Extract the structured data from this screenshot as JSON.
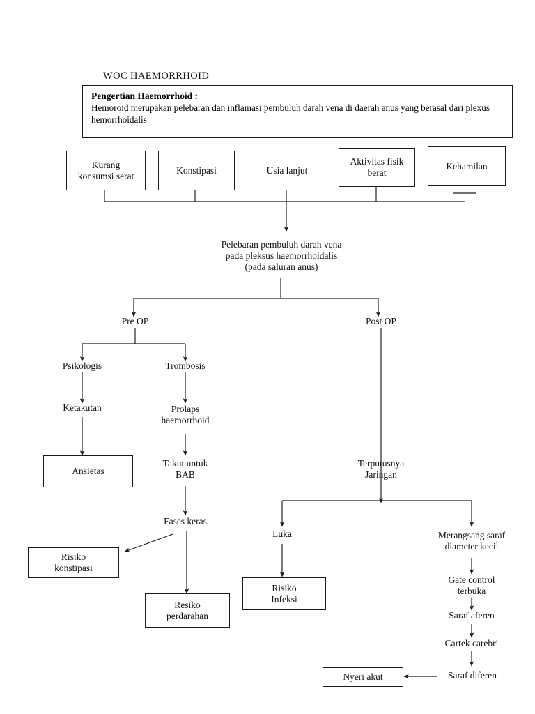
{
  "document": {
    "title": "WOC HAEMORRHOID",
    "definition": {
      "heading": "Pengertian Haemorrhoid :",
      "body": "Hemoroid merupakan pelebaran dan inflamasi pembuluh darah vena di daerah anus yang berasal dari plexus hemorrhoidalis"
    }
  },
  "colors": {
    "line": "#1a1a1a",
    "box_border": "#1a1a1a",
    "background": "#ffffff",
    "text": "#111111"
  },
  "nodes": {
    "risk_kurang_serat": "Kurang\nkonsumsi serat",
    "risk_konstipasi": "Konstipasi",
    "risk_usia_lanjut": "Usia lanjut",
    "risk_aktivitas_fisik": "Aktivitas fisik\nberat",
    "risk_kehamilan": "Kehamilan",
    "pelebaran": "Pelebaran pembuluh darah vena\npada pleksus haemorrhoidalis\n(pada saluran anus)",
    "pre_op": "Pre OP",
    "post_op": "Post OP",
    "psikologis": "Psikologis",
    "trombosis": "Trombosis",
    "ketakutan": "Ketakutan",
    "ansietas": "Ansietas",
    "prolaps": "Prolaps\nhaemorrhoid",
    "takut_bab": "Takut untuk\nBAB",
    "fases_keras": "Fases keras",
    "risiko_konstipasi": "Risiko\nkonstipasi",
    "resiko_perdarahan": "Resiko\nperdarahan",
    "terputusnya_jaringan": "Terputusnya\nJaringan",
    "luka": "Luka",
    "risiko_infeksi": "Risiko\nInfeksi",
    "merangsang_saraf": "Merangsang saraf\ndiameter kecil",
    "gate_control": "Gate control\nterbuka",
    "saraf_aferen": "Saraf aferen",
    "cartek_carebri": "Cartek carebri",
    "saraf_diferen": "Saraf diferen",
    "nyeri_akut": "Nyeri akut"
  }
}
